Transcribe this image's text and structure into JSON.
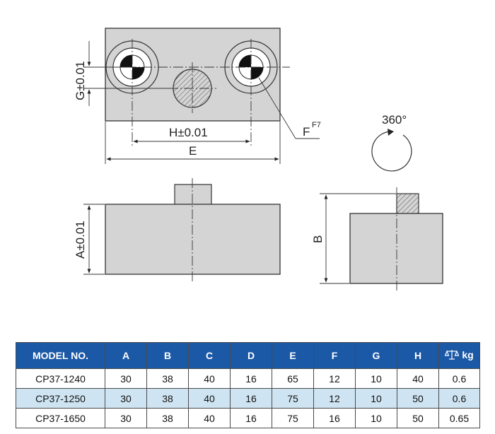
{
  "drawing": {
    "dims": {
      "g_tol": "G±0.01",
      "h_tol": "H±0.01",
      "e": "E",
      "a_tol": "A±0.01",
      "b": "B",
      "f_label": "F",
      "f_fit": "F7",
      "rotation": "360°"
    }
  },
  "table": {
    "headers": [
      "MODEL NO.",
      "A",
      "B",
      "C",
      "D",
      "E",
      "F",
      "G",
      "H"
    ],
    "weight_header": "kg",
    "weight_icon": "scale-icon",
    "rows": [
      {
        "model": "CP37-1240",
        "a": "30",
        "b": "38",
        "c": "40",
        "d": "16",
        "e": "65",
        "f": "12",
        "g": "10",
        "h": "40",
        "kg": "0.6"
      },
      {
        "model": "CP37-1250",
        "a": "30",
        "b": "38",
        "c": "40",
        "d": "16",
        "e": "75",
        "f": "12",
        "g": "10",
        "h": "50",
        "kg": "0.6"
      },
      {
        "model": "CP37-1650",
        "a": "30",
        "b": "38",
        "c": "40",
        "d": "16",
        "e": "75",
        "f": "16",
        "g": "10",
        "h": "50",
        "kg": "0.65"
      }
    ],
    "header_color": "#1b58a6",
    "alt_row_color": "#cfe4f2"
  }
}
